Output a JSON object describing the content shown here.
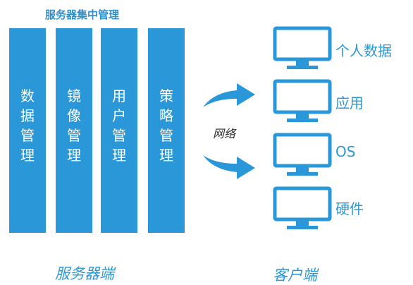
{
  "server_title": "服务器集中管理",
  "columns": [
    {
      "id": "data",
      "chars": [
        "数",
        "据",
        "管",
        "理"
      ]
    },
    {
      "id": "image",
      "chars": [
        "镜",
        "像",
        "管",
        "理"
      ]
    },
    {
      "id": "user",
      "chars": [
        "用",
        "户",
        "管",
        "理"
      ]
    },
    {
      "id": "policy",
      "chars": [
        "策",
        "略",
        "管",
        "理"
      ]
    }
  ],
  "network_label": "网络",
  "client_items": [
    "个人数据",
    "应用",
    "OS",
    "硬件"
  ],
  "server_footer": "服务器端",
  "client_footer": "客户端",
  "colors": {
    "accent": "#2a98d8",
    "title": "#2e8fce"
  }
}
